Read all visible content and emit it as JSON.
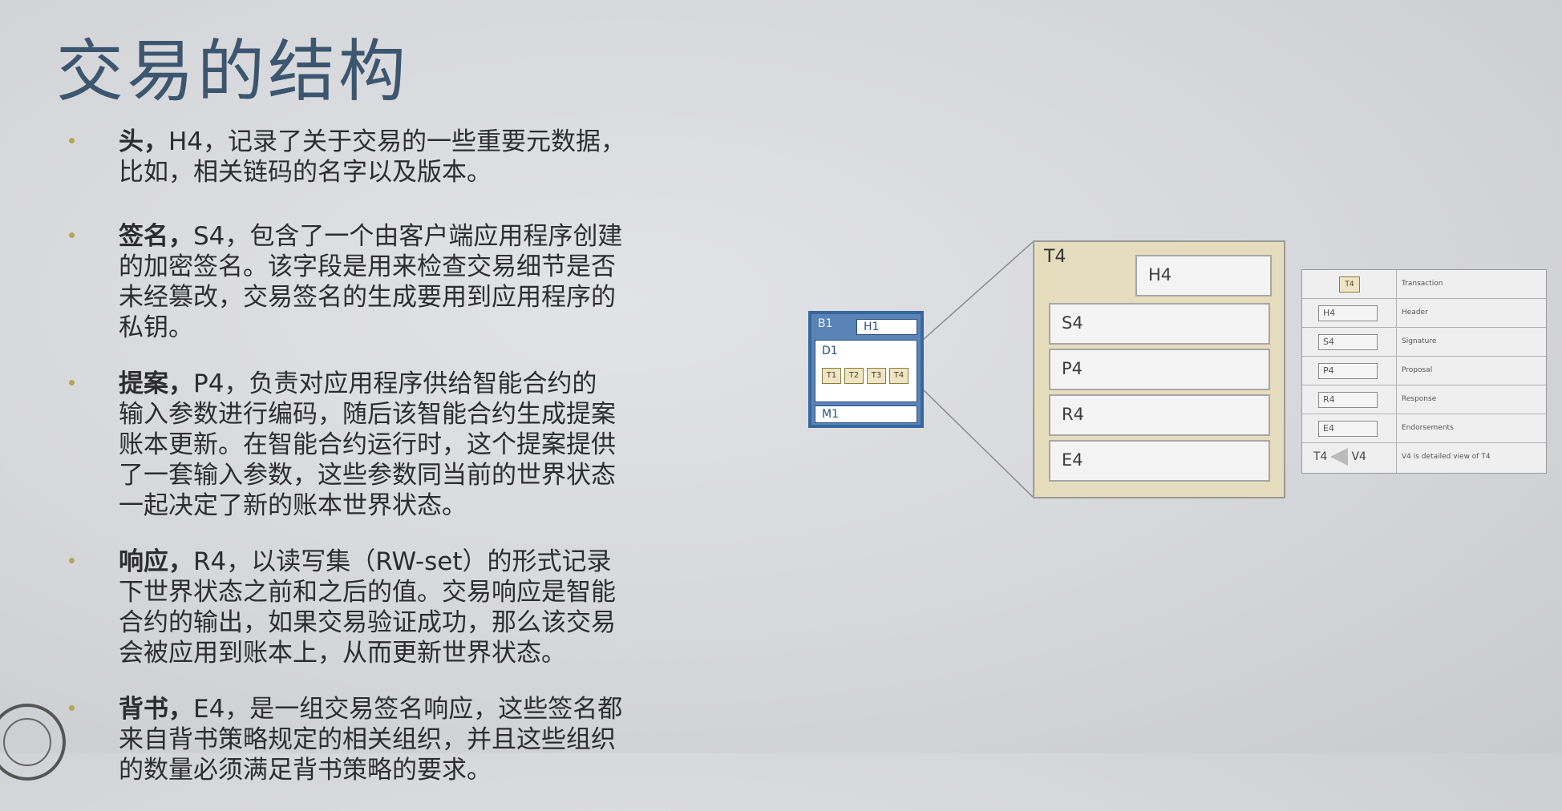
{
  "title": "交易的结构",
  "bullets": [
    {
      "term": "头，",
      "lines": [
        "H4，记录了关于交易的一些重要元数据，",
        "比如，相关链码的名字以及版本。"
      ]
    },
    {
      "term": "签名，",
      "lines": [
        "S4，包含了一个由客户端应用程序创建",
        "的加密签名。该字段是用来检查交易细节是否",
        "未经篡改，交易签名的生成要用到应用程序的",
        "私钥。"
      ]
    },
    {
      "term": "提案，",
      "lines": [
        "P4，负责对应用程序供给智能合约的",
        "输入参数进行编码，随后该智能合约生成提案",
        "账本更新。在智能合约运行时，这个提案提供",
        "了一套输入参数，这些参数同当前的世界状态",
        "一起决定了新的账本世界状态。"
      ]
    },
    {
      "term": "响应，",
      "lines": [
        "R4，以读写集（RW-set）的形式记录",
        "下世界状态之前和之后的值。交易响应是智能",
        "合约的输出，如果交易验证成功，那么该交易",
        "会被应用到账本上，从而更新世界状态。"
      ]
    },
    {
      "term": "背书，",
      "lines": [
        "E4，是一组交易签名响应，这些签名都",
        "来自背书策略规定的相关组织，并且这些组织",
        "的数量必须满足背书策略的要求。"
      ]
    }
  ],
  "block": {
    "id": "B1",
    "header": "H1",
    "data": "D1",
    "transactions": [
      "T1",
      "T2",
      "T3",
      "T4"
    ],
    "metadata": "M1"
  },
  "transaction": {
    "label": "T4",
    "header": "H4",
    "fields": [
      "S4",
      "P4",
      "R4",
      "E4"
    ]
  },
  "legend": [
    {
      "symbol": "T4",
      "desc": "Transaction"
    },
    {
      "symbol": "H4",
      "desc": "Header"
    },
    {
      "symbol": "S4",
      "desc": "Signature"
    },
    {
      "symbol": "P4",
      "desc": "Proposal"
    },
    {
      "symbol": "R4",
      "desc": "Response"
    },
    {
      "symbol": "E4",
      "desc": "Endorsements"
    },
    {
      "symbol_from": "T4",
      "symbol_to": "V4",
      "desc": "V4 is detailed view of T4"
    }
  ],
  "colors": {
    "title": "#3d5670",
    "bullet_dot": "#b5a55a",
    "block_border": "#37679c",
    "transaction_fill": "#e6dcbe"
  }
}
